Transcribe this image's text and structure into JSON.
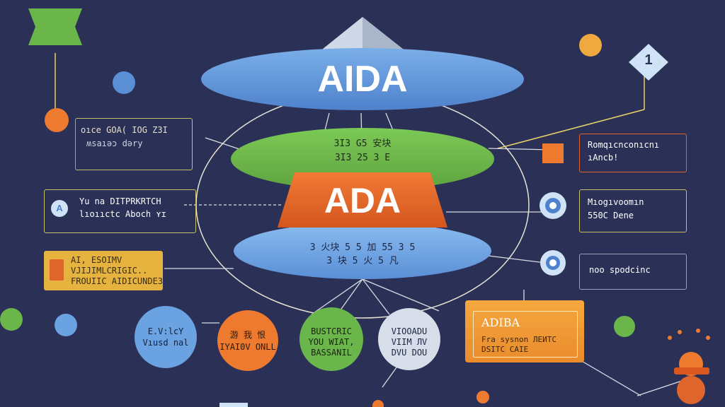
{
  "top_title": "AIDA",
  "middle_title": "ADA",
  "green_layer": {
    "line1": "3I3 G5 安块",
    "line2": "3I3 25 3 E"
  },
  "blue_layer": {
    "line1": "3 火块 5 5 加 55 3 5",
    "line2": "3 块 5 火 5 凡"
  },
  "badge_number": "1",
  "left_labels": [
    {
      "line1": "oıce GOA( IOG Z3I",
      "line2": "ʍsaıəɔ dəry"
    },
    {
      "line1": "Yu na DITPRKRTCH",
      "line2": "lıoııctc Aboch ʏɪ"
    },
    {
      "line1": "AI, ESOIMV",
      "line2": "VJIJIMLCRIGIC..",
      "line3": "FROUIIC AIDICUNDE3"
    }
  ],
  "right_labels": [
    {
      "line1": "Romqıcnconıcnı",
      "line2": "ıAncb!"
    },
    {
      "line1": "Mıogıvoomın",
      "line2": "550C Dene"
    },
    {
      "line1": "noo spodcinc"
    }
  ],
  "bottom_circles": [
    {
      "line1": "E.V:lcY",
      "line2": "Vıusd nal"
    },
    {
      "line1": "游 我 恨",
      "line2": "IYAI0V ONLL"
    },
    {
      "line1": "BUSTCRIC",
      "line2": "YOU WIAT,",
      "line3": "BASSANIL"
    },
    {
      "line1": "VIOOADU",
      "line2": "VIIM ЛV",
      "line3": "DVU DOU"
    }
  ],
  "orange_card": {
    "title": "ADIBA",
    "line1": "Fra sysnon ЛЕИТC",
    "line2": "DSITC CAIE"
  },
  "colors": {
    "background": "#2b3156",
    "top_ellipse": "#5b90d8",
    "green_ellipse": "#6bb64a",
    "orange_trapezoid": "#e0652a",
    "blue_ellipse": "#6aa2e2",
    "accent_orange": "#ee7a2f",
    "accent_green": "#6bb64a",
    "accent_yellow": "#e6b33e"
  }
}
